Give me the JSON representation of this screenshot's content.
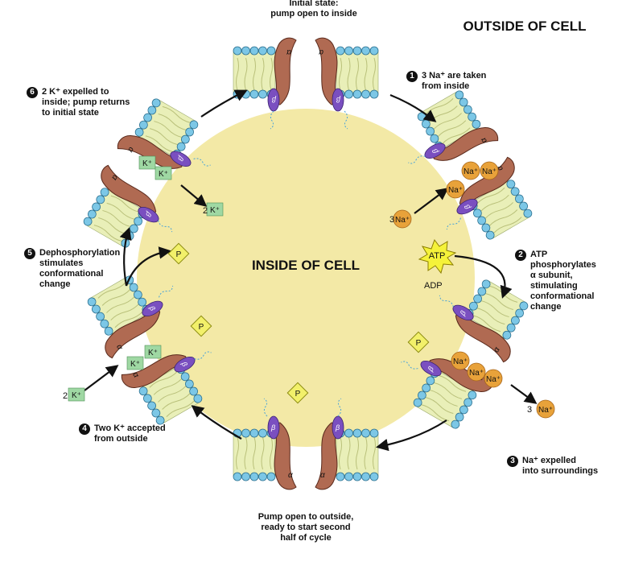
{
  "title_outside": "OUTSIDE OF CELL",
  "title_inside": "INSIDE OF CELL",
  "initial_state": {
    "line1": "Initial state:",
    "line2": "pump open to inside"
  },
  "steps": [
    {
      "num": "1",
      "lines": [
        "3 Na⁺ are taken",
        "from inside"
      ]
    },
    {
      "num": "2",
      "lines": [
        "ATP",
        "phosphorylates",
        "α subunit,",
        "stimulating",
        "conformational",
        "change"
      ]
    },
    {
      "num": "3",
      "lines": [
        "Na⁺ expelled",
        "into surroundings"
      ]
    },
    {
      "num": "4",
      "lines": [
        "Two K⁺ accepted",
        "from outside"
      ]
    },
    {
      "num": "5",
      "lines": [
        "Dephosphorylation",
        "stimulates",
        "conformational",
        "change"
      ]
    },
    {
      "num": "6",
      "lines": [
        "2 K⁺ expelled to",
        "inside; pump returns",
        "to initial state"
      ]
    }
  ],
  "bottom_caption": [
    "Pump open to outside,",
    "ready to start second",
    "half of cycle"
  ],
  "ions": {
    "na": "Na⁺",
    "k": "K⁺",
    "three_na": "3",
    "two_k": "2",
    "atp": "ATP",
    "adp": "ADP",
    "phosphate": "P",
    "alpha": "α",
    "beta": "β"
  },
  "colors": {
    "cytoplasm": "#f3e9a6",
    "membrane_tail": "#e9efb8",
    "head": "#7cc7e6",
    "alpha_subunit": "#b06a52",
    "beta_subunit": "#7a4fc0",
    "sodium": "#e8a23a",
    "potassium": "#9fd8a3",
    "phosphate": "#f2f06a",
    "atp_burst": "#f5f23a"
  }
}
